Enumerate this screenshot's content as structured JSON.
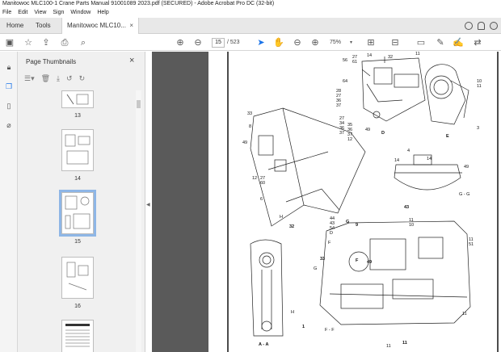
{
  "window": {
    "title": "Manitowoc MLC100-1 Crane Parts Manual 91001089 2023.pdf (SECURED) - Adobe Acrobat Pro DC (32-bit)"
  },
  "menu": [
    "File",
    "Edit",
    "View",
    "Sign",
    "Window",
    "Help"
  ],
  "tabs": {
    "home": "Home",
    "tools": "Tools",
    "document": "Manitowoc MLC10...",
    "close": "×"
  },
  "toolbar": {
    "current_page": "15",
    "page_total": "/ 523",
    "zoom": "75%"
  },
  "panel": {
    "title": "Page Thumbnails",
    "close": "×",
    "thumbnails": [
      {
        "label": "13"
      },
      {
        "label": "14"
      },
      {
        "label": "15",
        "selected": true
      },
      {
        "label": "16"
      },
      {
        "label": ""
      }
    ]
  },
  "drawing": {
    "callouts": [
      "56",
      "27",
      "61",
      "14",
      "32",
      "11",
      "64",
      "28",
      "27",
      "36",
      "37",
      "27",
      "34",
      "36",
      "37",
      "49",
      "D",
      "10",
      "11",
      "E",
      "3",
      "33",
      "8",
      "49",
      "12",
      "27",
      "60",
      "35",
      "36",
      "37",
      "12",
      "6",
      "H",
      "32",
      "4",
      "14",
      "14",
      "49",
      "G - G",
      "43",
      "44",
      "43",
      "54",
      "D",
      "G",
      "9",
      "11",
      "10",
      "11",
      "51",
      "F",
      "33",
      "G",
      "F",
      "49",
      "H",
      "1",
      "11",
      "F - F",
      "A - A",
      "11",
      "11"
    ]
  },
  "colors": {
    "accent": "#1a73e8",
    "viewer_bg": "#5a5a5a",
    "panel_bg": "#f0f0f0"
  }
}
